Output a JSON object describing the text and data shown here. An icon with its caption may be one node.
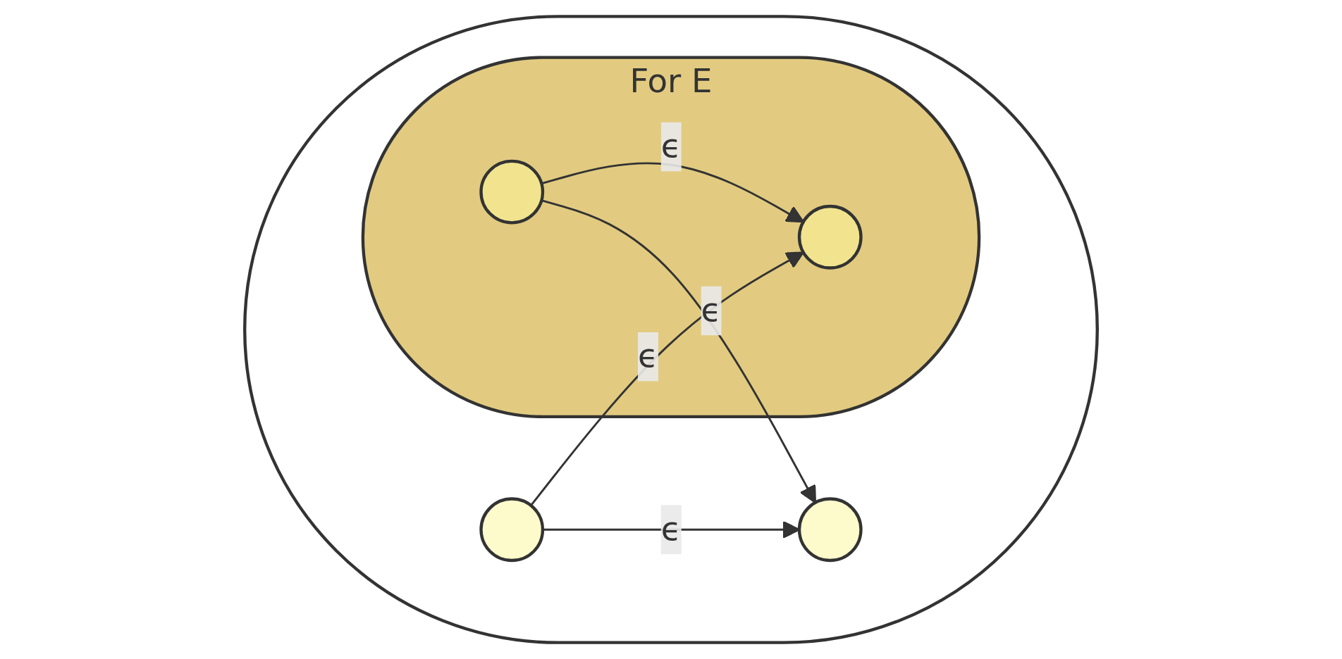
{
  "diagram": {
    "nodes": [
      {
        "text": [],
        "shape": "ellipse"
      },
      {
        "text": [],
        "shape": "circle",
        "in": 0
      },
      {
        "text": [
          "For E"
        ],
        "in": 0
      },
      {
        "text": [],
        "shape": "circle",
        "in": 2
      },
      {
        "text": [],
        "shape": "circle",
        "in": 2
      },
      {
        "text": [],
        "shape": "circle",
        "in": 0
      }
    ],
    "edges": [
      {
        "from": 1,
        "to": 3,
        "arrow": "to",
        "label": "ϵ"
      },
      {
        "from": 4,
        "to": 3,
        "arrow": "to",
        "label": "ϵ"
      },
      {
        "from": 4,
        "to": 5,
        "arrow": "to",
        "label": "ϵ"
      },
      {
        "from": 1,
        "to": 5,
        "arrow": "to",
        "label": "ϵ"
      }
    ]
  }
}
